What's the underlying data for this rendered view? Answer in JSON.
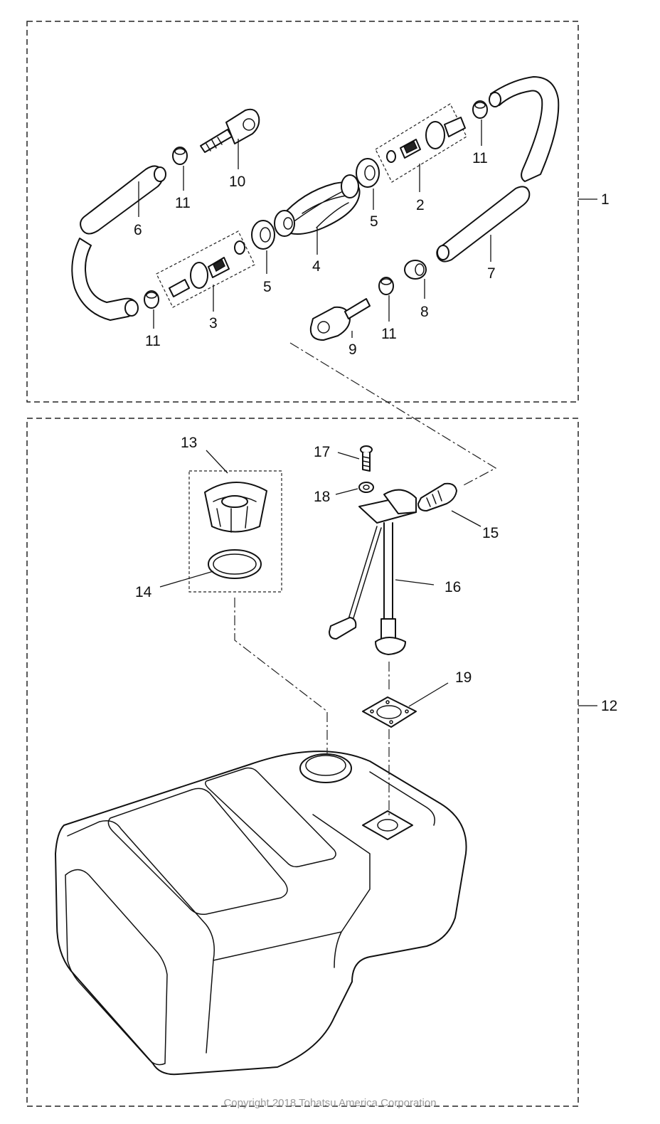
{
  "callouts": {
    "c1": "1",
    "c2": "2",
    "c3": "3",
    "c4": "4",
    "c5a": "5",
    "c5b": "5",
    "c6": "6",
    "c7": "7",
    "c8": "8",
    "c9": "9",
    "c10": "10",
    "c11a": "11",
    "c11b": "11",
    "c11c": "11",
    "c11d": "11",
    "c12": "12",
    "c13": "13",
    "c14": "14",
    "c15": "15",
    "c16": "16",
    "c17": "17",
    "c18": "18",
    "c19": "19"
  },
  "footer": {
    "copyright": "Copyright 2018 Tohatsu America Corporation"
  }
}
